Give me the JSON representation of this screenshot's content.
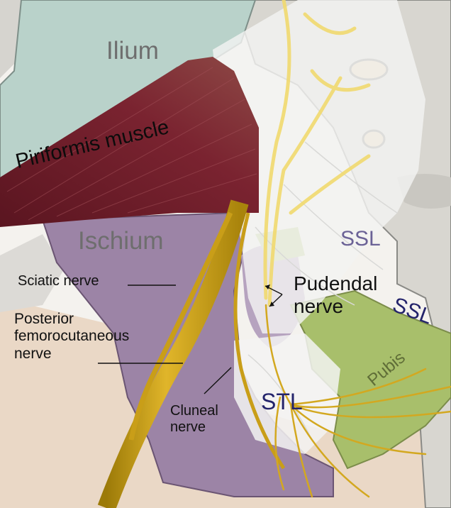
{
  "labels": {
    "ilium": "Ilium",
    "piriformis": "Piriformis muscle",
    "ischium": "Ischium",
    "ssl_upper": "SSL",
    "ssl_lower": "SSL",
    "sciatic": "Sciatic nerve",
    "pudendal": "Pudendal\nnerve",
    "posterior": "Posterior\nfemorocutaneous\nnerve",
    "pubis": "Pubis",
    "stl": "STL",
    "cluneal": "Cluneal\nnerve"
  },
  "colors": {
    "background": "#ffffff",
    "ilium_bone": "#b9d2ca",
    "sacrum_bone": "#d8d6d0",
    "ischium_bone": "#9c84a6",
    "pubis_bone": "#a8bf6b",
    "muscle": "#6f1d27",
    "nerve": "#cfa51c",
    "nerve_light": "#f1da6f",
    "ligament": "#f3f3f2",
    "skin": "#ead8c6",
    "label_gray": "#6e6e6e",
    "label_navy": "#23236b",
    "label_purple": "#6b6296"
  }
}
